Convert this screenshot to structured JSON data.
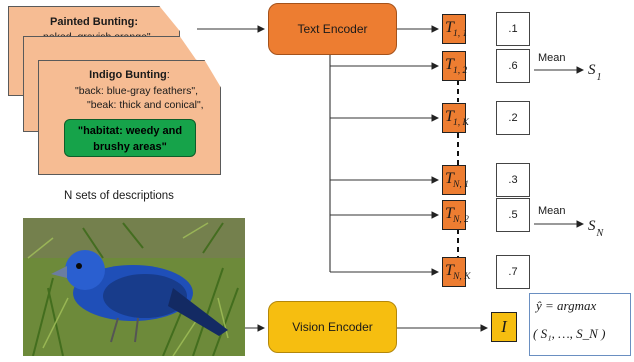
{
  "cards": {
    "back1": {
      "title": "Painted Bunting:",
      "line1": "naked, grayish orange\""
    },
    "front": {
      "name": "Indigo Bunting",
      "colon": ":",
      "line1": "\"back: blue-gray feathers\",",
      "line2": "\"beak: thick and conical\",",
      "habitat_line1": "\"habitat: weedy and",
      "habitat_line2": "brushy areas\""
    }
  },
  "caption": "N sets of descriptions",
  "text_encoder": "Text Encoder",
  "vision_encoder": "Vision Encoder",
  "embeddings": [
    {
      "symbol": "T",
      "sub": "1, 1",
      "score": ".1"
    },
    {
      "symbol": "T",
      "sub": "1, 2",
      "score": ".6"
    },
    {
      "symbol": "T",
      "sub": "1, K",
      "score": ".2"
    },
    {
      "symbol": "T",
      "sub": "N, 1",
      "score": ".3"
    },
    {
      "symbol": "T",
      "sub": "N, 2",
      "score": ".5"
    },
    {
      "symbol": "T",
      "sub": "N, K",
      "score": ".7"
    }
  ],
  "means": [
    {
      "label": "Mean",
      "s": "S",
      "sub": "1"
    },
    {
      "label": "Mean",
      "s": "S",
      "sub": "N"
    }
  ],
  "image_embedding": "I",
  "prediction": {
    "line1": "ŷ = argmax",
    "line2": "( S₁, …, S_N )"
  },
  "colors": {
    "text_encoder": "#ed7d31",
    "vision_encoder": "#f6be10",
    "card": "#f6bc93",
    "habitat": "#16a34a"
  }
}
